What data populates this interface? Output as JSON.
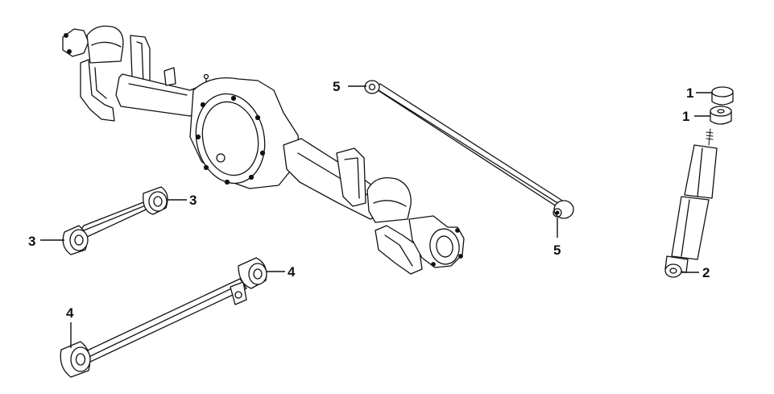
{
  "callouts": {
    "c1a": "1",
    "c1b": "1",
    "c2": "2",
    "c3a": "3",
    "c3b": "3",
    "c4a": "4",
    "c4b": "4",
    "c5a": "5",
    "c5b": "5"
  }
}
